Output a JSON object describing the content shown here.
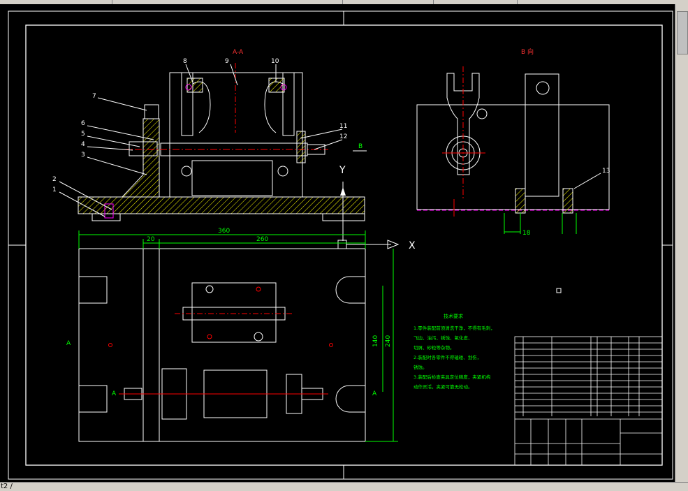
{
  "drawing": {
    "section_aa_label": "A-A",
    "view_b_label": "B 向",
    "axis_y": "Y",
    "axis_x": "X",
    "arrow_b": "B",
    "section_a_left": "A",
    "section_a_right": "A",
    "part_numbers": [
      "1",
      "2",
      "3",
      "4",
      "5",
      "6",
      "7",
      "8",
      "9",
      "10",
      "11",
      "12",
      "13"
    ],
    "dim_360": "360",
    "dim_20": "20",
    "dim_260": "260",
    "dim_140": "140",
    "dim_240": "240",
    "dim_18": "18",
    "tech_req_title": "技术要求",
    "tech_req_lines": [
      "1.零件装配前须清洗干净，不得有毛刺，",
      "  飞边、油污、锈蚀、氧化皮、",
      "  切屑、砂粒等杂物。",
      "2.装配时各零件不得磕碰、划伤，",
      "  锈蚀。",
      "3.装配后检查夹具定位精度，夹紧机构",
      "  动作灵活，夹紧可靠无松动。"
    ]
  },
  "ui": {
    "sheet_tab": "t2 /"
  },
  "colors": {
    "background": "#000000",
    "outline": "#ffffff",
    "hatch": "#ffff00",
    "dimension": "#00ff00",
    "centerline": "#ff0000",
    "text_green": "#00ff00",
    "magenta": "#ff00ff"
  }
}
